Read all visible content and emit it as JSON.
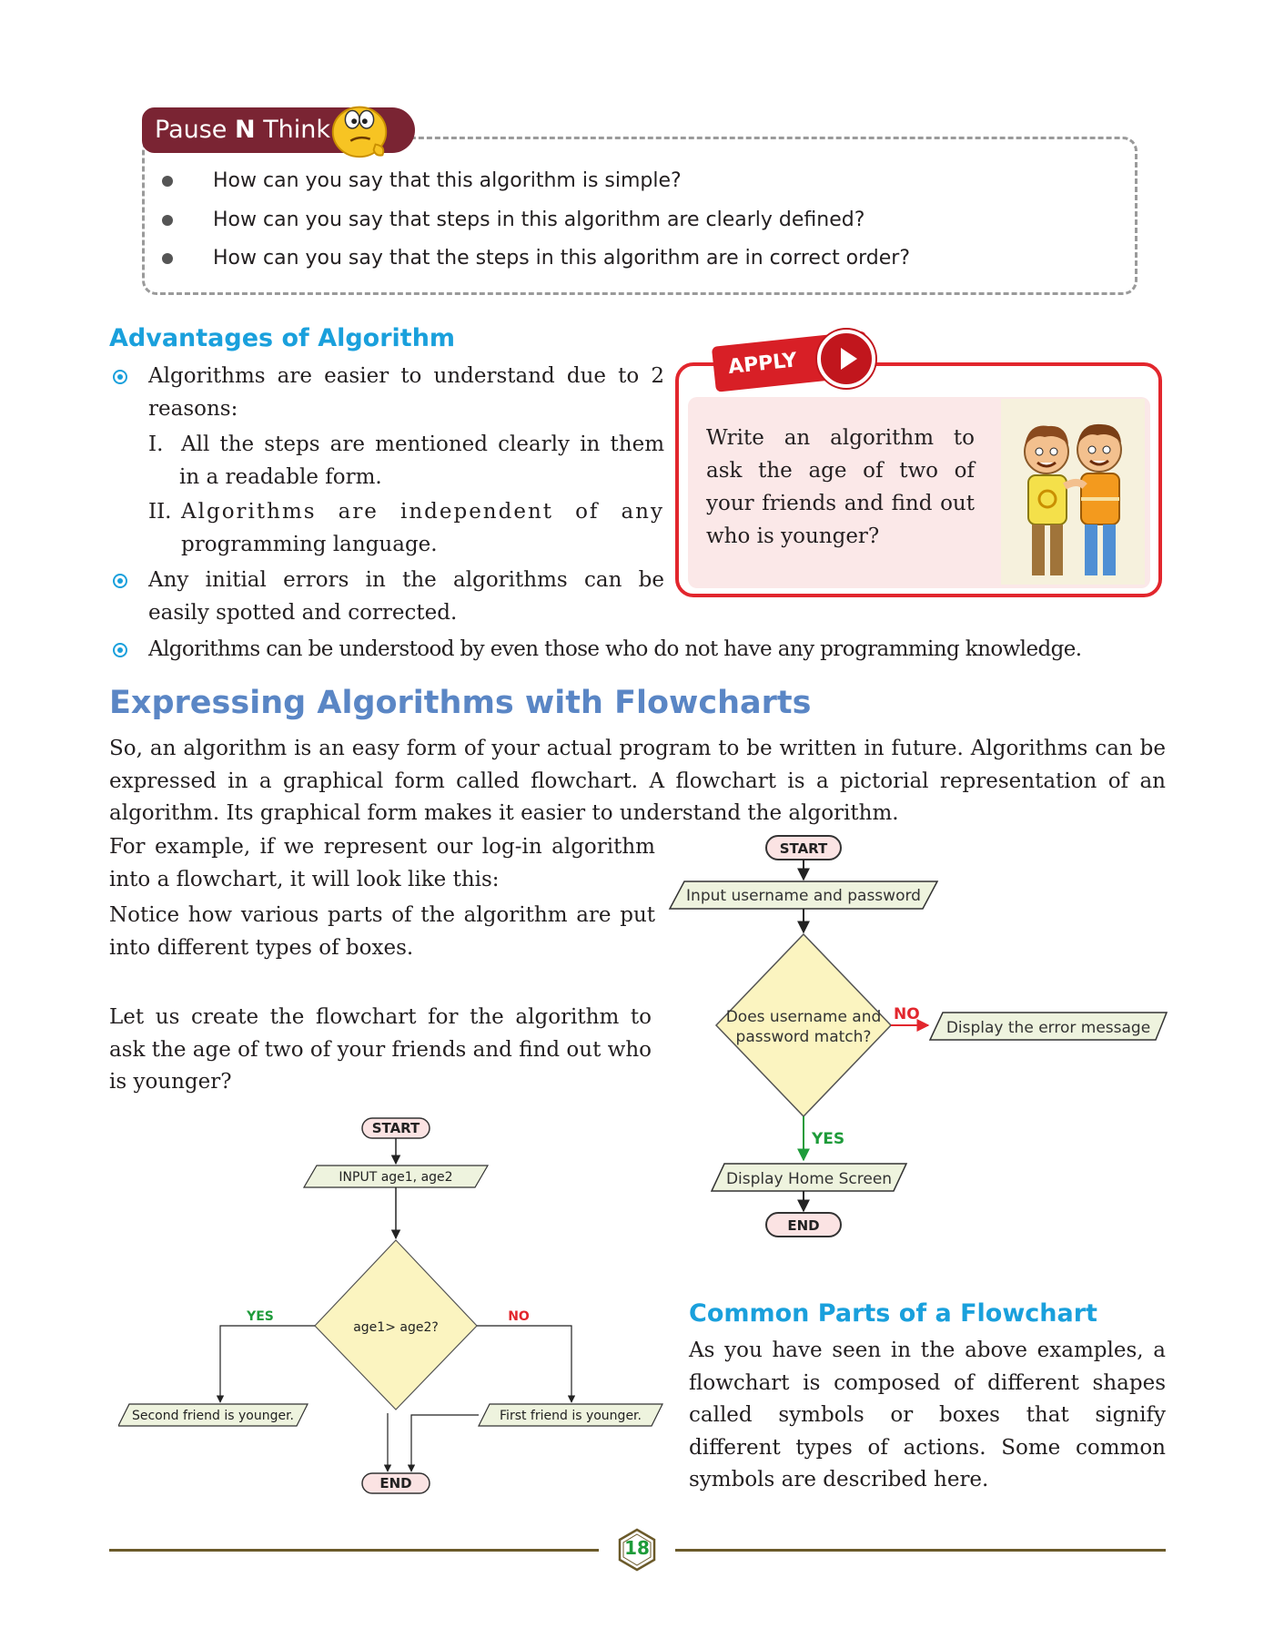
{
  "pause_n_think": {
    "tag_light": "Pause ",
    "tag_bold": "N",
    "tag_end": " Think",
    "items": [
      "How can you say that this algorithm is simple?",
      "How can you say that steps in this algorithm are clearly defined?",
      "How can you say that the steps in this algorithm are in correct order?"
    ]
  },
  "advantages": {
    "heading": "Advantages of Algorithm",
    "b1_line1": "Algorithms are easier to understand due to 2",
    "b1_line2": "reasons:",
    "r1_label": "I.",
    "r1_line1": "All the steps are mentioned clearly in them",
    "r1_line2": "in a readable form.",
    "r2_label": "II.",
    "r2_line1": "Algorithms are independent of any",
    "r2_line2": "programming language.",
    "b2_line1": "Any initial errors in the algorithms can be",
    "b2_line2": "easily spotted and corrected.",
    "b3": "Algorithms can be understood by even those who do not have any programming knowledge."
  },
  "apply": {
    "tag": "APPLY",
    "text": "Write an algorithm to ask the age of two of your friends and find out who is younger?"
  },
  "expressing": {
    "heading": "Expressing Algorithms with Flowcharts",
    "p1": "So, an algorithm is an easy form of your actual program to be written in future. Algorithms can be expressed in a graphical form called flowchart. A flowchart is a pictorial representation of an algorithm. Its graphical form makes it easier to understand the algorithm.",
    "p2_line1": "For example, if we represent our log-in algorithm",
    "p2_line2": "into a flowchart, it will look like this:",
    "p3_line1": "Notice how various parts of the algorithm are put",
    "p3_line2": "into different types of boxes.",
    "p4": "Let us create the flowchart for the algorithm to ask the age of two of your friends and find out who is younger?"
  },
  "login_flowchart": {
    "start": "START",
    "input": "Input username and password",
    "decision_line1": "Does username and",
    "decision_line2": "password match?",
    "no": "NO",
    "error": "Display the error message",
    "yes": "YES",
    "home": "Display Home Screen",
    "end": "END"
  },
  "age_flowchart": {
    "start": "START",
    "input": "INPUT age1, age2",
    "decision": "age1> age2?",
    "yes": "YES",
    "no": "NO",
    "second": "Second friend is younger.",
    "first": "First friend is younger.",
    "end": "END"
  },
  "common_parts": {
    "heading": "Common Parts of a Flowchart",
    "text": "As you have seen in the above examples, a flowchart is composed of different shapes called symbols or boxes that signify different types of actions. Some common symbols are described here."
  },
  "footer": {
    "page_number": "18"
  },
  "colors": {
    "heading_cyan": "#1aa0dc",
    "heading_blue": "#5a86c5",
    "pnt_maroon": "#7a2433",
    "apply_red": "#e2262d",
    "flow_fill": "#fbf4c0",
    "yes_green": "#1e9b3a",
    "no_red": "#e2262d"
  }
}
